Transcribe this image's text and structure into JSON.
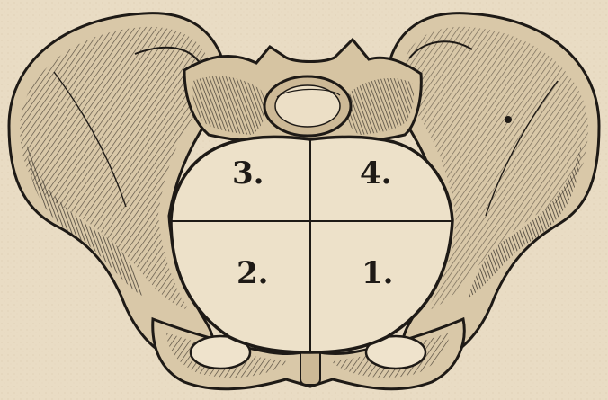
{
  "figure": {
    "labels": {
      "q1": "1.",
      "q2": "2.",
      "q3": "3.",
      "q4": "4."
    },
    "colors": {
      "paper": "#e9dcc4",
      "bone": "#d8c7a6",
      "ink": "#1e1a16"
    }
  }
}
